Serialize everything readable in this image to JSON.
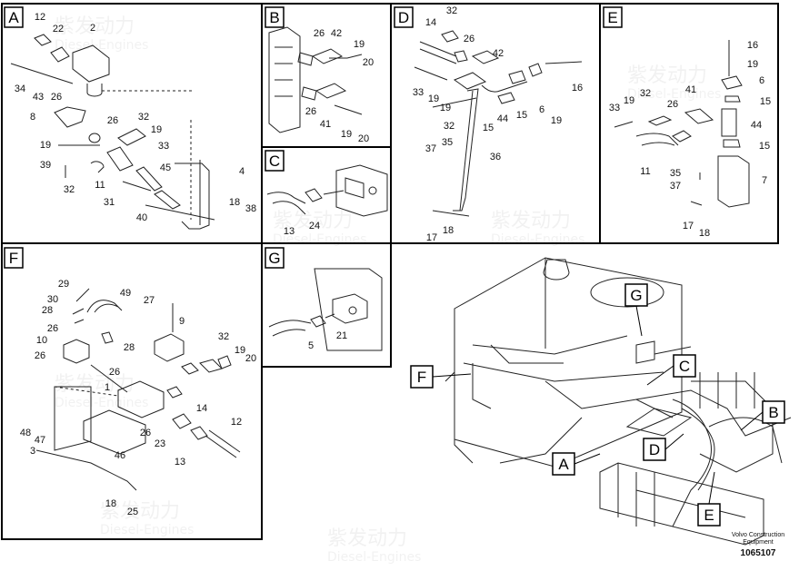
{
  "panels": {
    "A": {
      "label": "A",
      "parts": [
        "12",
        "22",
        "2",
        "34",
        "43",
        "26",
        "8",
        "26",
        "32",
        "19",
        "33",
        "19",
        "39",
        "32",
        "11",
        "45",
        "31",
        "40",
        "4",
        "18",
        "38"
      ]
    },
    "B": {
      "label": "B",
      "parts": [
        "26",
        "42",
        "19",
        "20",
        "26",
        "41",
        "19",
        "20"
      ]
    },
    "C": {
      "label": "C",
      "parts": [
        "13",
        "24"
      ]
    },
    "D": {
      "label": "D",
      "parts": [
        "32",
        "14",
        "26",
        "42",
        "33",
        "19",
        "19",
        "16",
        "32",
        "44",
        "15",
        "6",
        "19",
        "37",
        "35",
        "15",
        "36",
        "17",
        "18"
      ]
    },
    "E": {
      "label": "E",
      "parts": [
        "16",
        "19",
        "6",
        "41",
        "33",
        "19",
        "32",
        "26",
        "15",
        "44",
        "11",
        "15",
        "35",
        "37",
        "7",
        "17",
        "18"
      ]
    },
    "F": {
      "label": "F",
      "parts": [
        "29",
        "30",
        "28",
        "26",
        "10",
        "26",
        "49",
        "27",
        "9",
        "28",
        "32",
        "19",
        "20",
        "26",
        "1",
        "14",
        "12",
        "48",
        "47",
        "26",
        "23",
        "46",
        "3",
        "13",
        "18",
        "25"
      ]
    },
    "G": {
      "label": "G",
      "parts": [
        "5",
        "21"
      ]
    }
  },
  "overview_callouts": [
    "G",
    "F",
    "C",
    "B",
    "D",
    "A",
    "E"
  ],
  "caption": {
    "line1": "Volvo Construction",
    "line2": "Equipment",
    "ref": "1065107"
  },
  "watermark": {
    "brand": "紫发动力",
    "sub": "Diesel-Engines"
  },
  "colors": {
    "line": "#111111",
    "frame": "#000000",
    "background": "#ffffff"
  }
}
